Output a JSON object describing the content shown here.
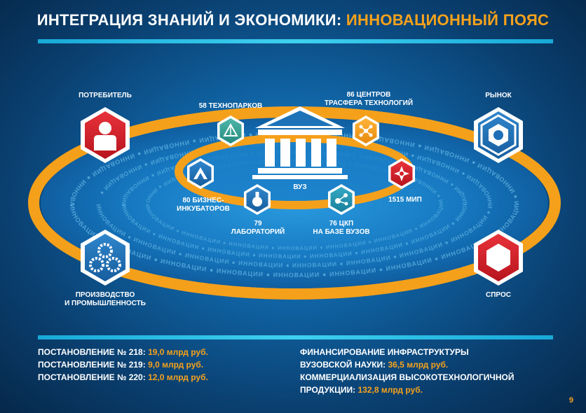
{
  "title": {
    "part1": "ИНТЕГРАЦИЯ ЗНАНИЙ И ЭКОНОМИКИ:",
    "part2": "ИННОВАЦИОННЫЙ ПОЯС"
  },
  "ring_text": "ИННОВАЦИИ",
  "nodes": {
    "consumer": "ПОТРЕБИТЕЛЬ",
    "market": "РЫНОК",
    "production_l1": "ПРОИЗВОДСТВО",
    "production_l2": "И ПРОМЫШЛЕННОСТЬ",
    "demand": "СПРОС",
    "technoparks": "58 ТЕХНОПАРКОВ",
    "transfer_l1": "86 ЦЕНТРОВ",
    "transfer_l2": "ТРАСФЕРА ТЕХНОЛОГИЙ",
    "incubators_l1": "80 БИЗНЕС-",
    "incubators_l2": "ИНКУБАТОРОВ",
    "labs_l1": "79",
    "labs_l2": "ЛАБОРАТОРИЙ",
    "ckp_l1": "76 ЦКП",
    "ckp_l2": "НА БАЗЕ ВУЗОВ",
    "mip": "1515 МИП",
    "university": "ВУЗ"
  },
  "decrees": [
    {
      "label": "ПОСТАНОВЛЕНИЕ №  218:",
      "value": "19,0 млрд руб."
    },
    {
      "label": "ПОСТАНОВЛЕНИЕ №  219:",
      "value": "9,0 млрд руб."
    },
    {
      "label": "ПОСТАНОВЛЕНИЕ №  220:",
      "value": "12,0 млрд руб."
    }
  ],
  "funding": {
    "l1": "ФИНАНСИРОВАНИЕ ИНФРАСТРУКТУРЫ",
    "l2_label": "ВУЗОВСКОЙ НАУКИ:",
    "l2_value": "36,5 млрд руб.",
    "l3": "КОММЕРЦИАЛИЗАЦИЯ ВЫСОКОТЕХНОЛОГИЧНОЙ",
    "l4_label": "ПРОДУКЦИИ:",
    "l4_value": "132,8 млрд руб."
  },
  "page_number": "9",
  "colors": {
    "orange": "#f7a21b",
    "red": "#d81e28",
    "blue": "#1e6fb8",
    "green": "#3aa59a",
    "cyan": "#2fc6ea"
  }
}
